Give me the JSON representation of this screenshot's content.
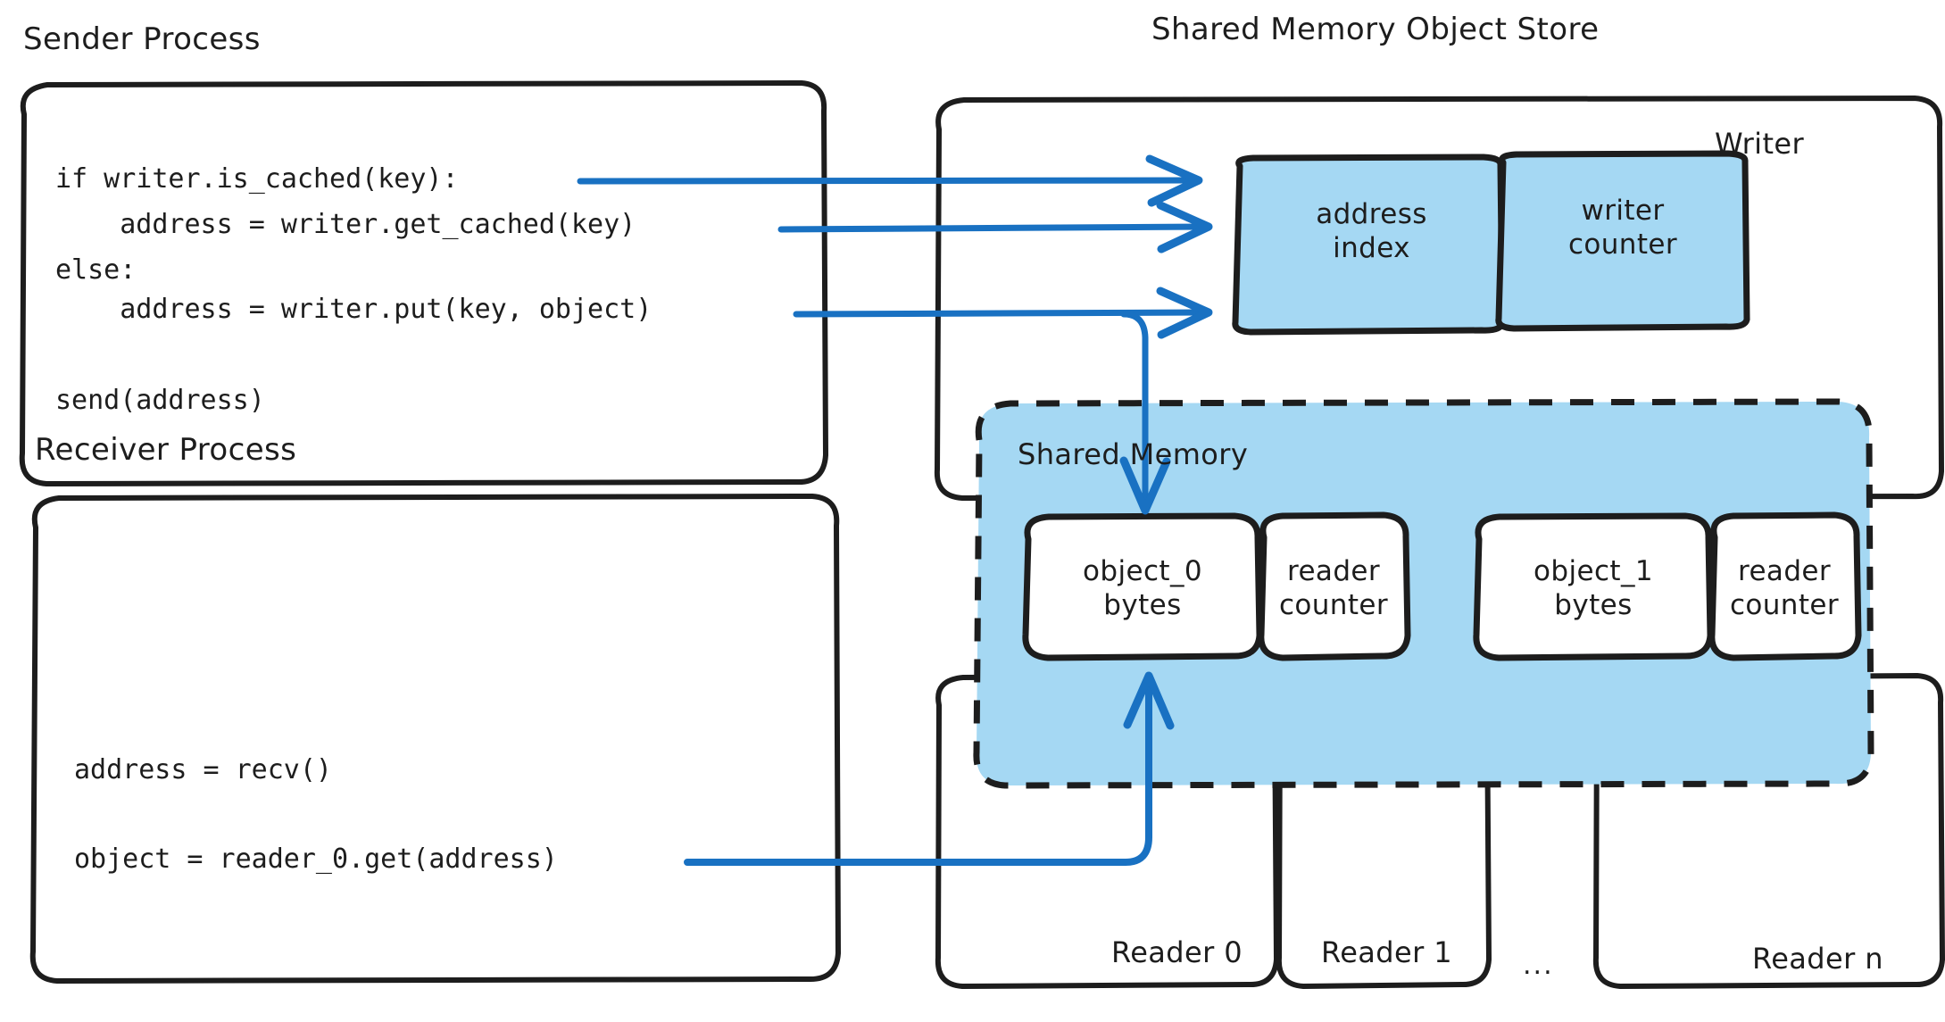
{
  "diagram": {
    "title_sender": "Sender Process",
    "title_receiver": "Receiver Process",
    "title_store": "Shared Memory Object Store"
  },
  "colors": {
    "arrow_blue": "#1971c2",
    "chip_blue": "#a5d8f3",
    "shared_memory_fill": "#a5d8f3",
    "stroke_black": "#1d1d1d",
    "paper_white": "#ffffff"
  },
  "sender_process": {
    "label": "Sender Process",
    "code_lines": [
      "if writer.is_cached(key):",
      "    address = writer.get_cached(key)",
      "else:",
      "    address = writer.put(key, object)",
      "",
      "send(address)"
    ]
  },
  "receiver_process": {
    "label": "Receiver Process",
    "code_lines": [
      "address = recv()",
      "",
      "object = reader_0.get(address)"
    ]
  },
  "object_store": {
    "label": "Shared Memory Object Store",
    "writer": {
      "label": "Writer",
      "chips": [
        {
          "line1": "address",
          "line2": "index"
        },
        {
          "line1": "writer",
          "line2": "counter"
        }
      ]
    },
    "shared_memory": {
      "label": "Shared Memory",
      "slots": [
        {
          "object": {
            "line1": "object_0",
            "line2": "bytes"
          },
          "counter": {
            "line1": "reader",
            "line2": "counter"
          }
        },
        {
          "object": {
            "line1": "object_1",
            "line2": "bytes"
          },
          "counter": {
            "line1": "reader",
            "line2": "counter"
          }
        }
      ]
    },
    "readers": [
      {
        "label": "Reader 0"
      },
      {
        "label": "Reader 1"
      },
      {
        "label": "..."
      },
      {
        "label": "Reader n"
      }
    ]
  }
}
